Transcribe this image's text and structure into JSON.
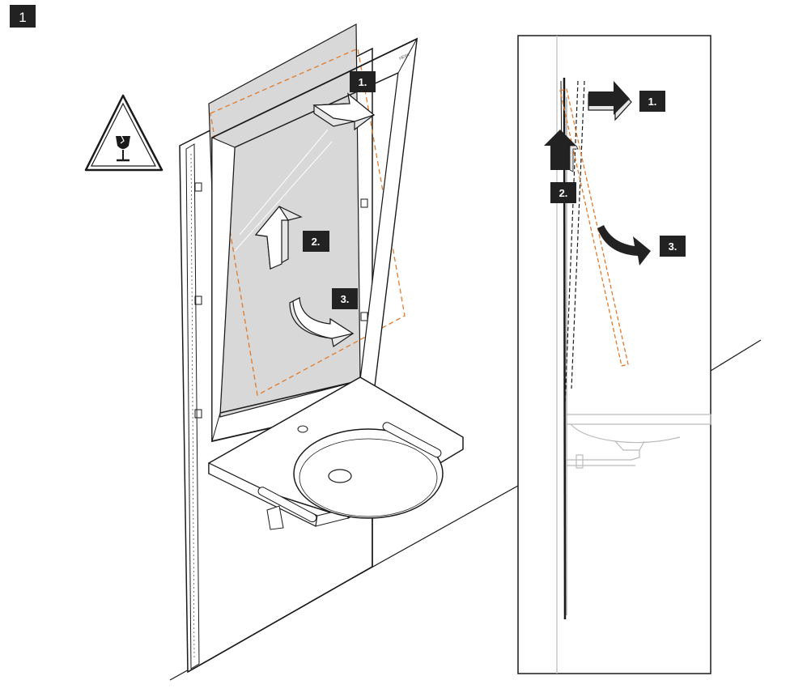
{
  "figure": {
    "number": "1"
  },
  "warning": {
    "icon": "fragile-glass-icon"
  },
  "brand": {
    "text": "HEWI"
  },
  "main_view": {
    "steps": [
      {
        "label": "1.",
        "direction": "pull-out"
      },
      {
        "label": "2.",
        "direction": "lift-up"
      },
      {
        "label": "3.",
        "direction": "tilt-away"
      }
    ]
  },
  "side_view": {
    "steps": [
      {
        "label": "1.",
        "direction": "pull-out"
      },
      {
        "label": "2.",
        "direction": "lift-up"
      },
      {
        "label": "3.",
        "direction": "tilt-away"
      }
    ]
  },
  "colors": {
    "outline": "#1a1a1a",
    "glass": "#d8d8d8",
    "dashed_guide": "#e07a2a",
    "label_bg": "#222222",
    "label_text": "#ffffff",
    "arrow_side": "#e6e6e6"
  }
}
